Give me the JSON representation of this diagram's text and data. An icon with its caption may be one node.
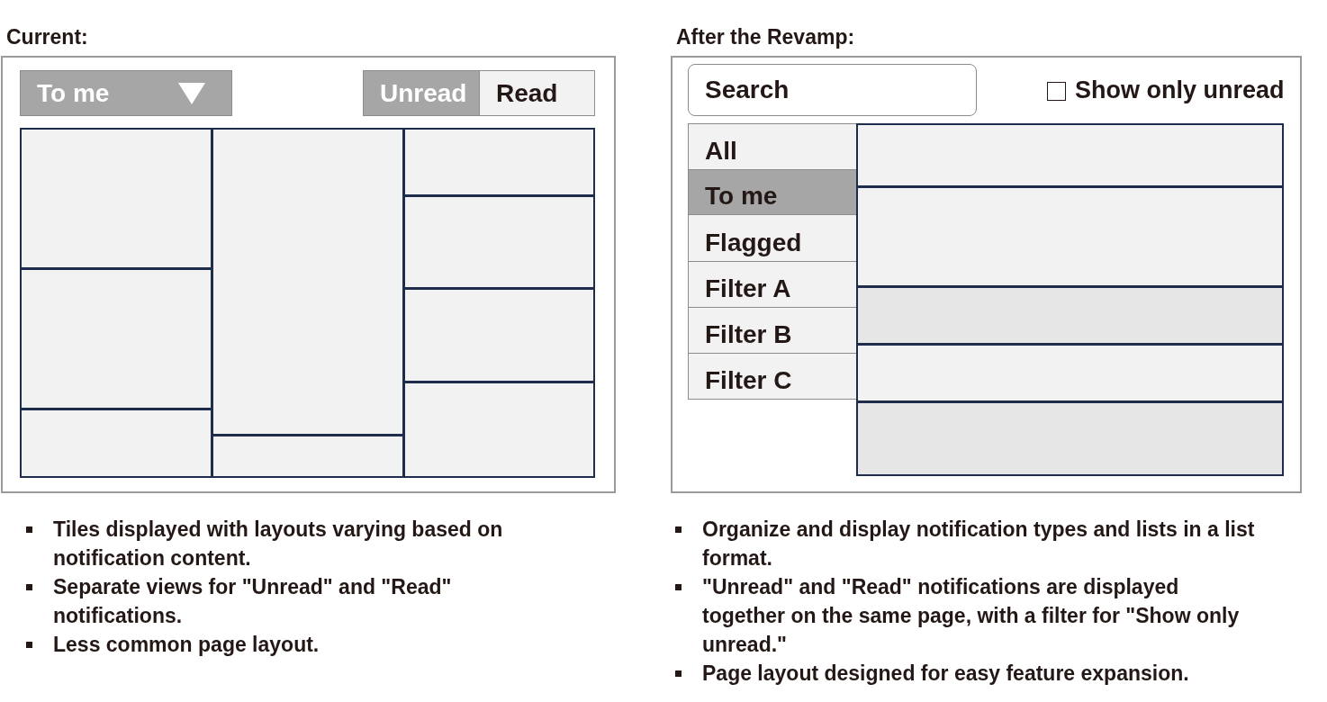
{
  "diagram": {
    "nodes": [
      {
        "text": [
          "Current:"
        ]
      },
      {
        "text": [
          "To me"
        ],
        "in": 0
      },
      {
        "text": [
          "Unread"
        ],
        "in": 0
      },
      {
        "text": [
          "Read"
        ],
        "in": 0
      },
      {
        "text": [],
        "shape": "box",
        "in": 0
      },
      {
        "text": [],
        "shape": "box",
        "in": 0
      },
      {
        "text": [],
        "shape": "box",
        "in": 0
      },
      {
        "text": [],
        "shape": "box",
        "in": 0
      },
      {
        "text": [],
        "shape": "box",
        "in": 0
      },
      {
        "text": [],
        "shape": "box",
        "in": 0
      },
      {
        "text": [],
        "shape": "box",
        "in": 0
      },
      {
        "text": [],
        "shape": "box",
        "in": 0
      },
      {
        "text": [],
        "shape": "box",
        "in": 0
      },
      {
        "text": [
          "After the Revamp:"
        ]
      },
      {
        "text": [
          "Search"
        ],
        "in": 13
      },
      {
        "text": [
          "Show only unread"
        ],
        "in": 13
      },
      {
        "text": [
          "All"
        ],
        "in": 13
      },
      {
        "text": [
          "To me"
        ],
        "in": 13
      },
      {
        "text": [
          "Flagged"
        ],
        "in": 13
      },
      {
        "text": [
          "Filter A"
        ],
        "in": 13
      },
      {
        "text": [
          "Filter B"
        ],
        "in": 13
      },
      {
        "text": [
          "Filter C"
        ],
        "in": 13
      },
      {
        "text": [],
        "shape": "box",
        "in": 13
      },
      {
        "text": [],
        "shape": "box",
        "in": 13
      },
      {
        "text": [],
        "shape": "box",
        "in": 13
      },
      {
        "text": [],
        "shape": "box",
        "in": 13
      },
      {
        "text": [],
        "shape": "box",
        "in": 13
      }
    ],
    "labels": [
      "Tiles displayed with layouts varying based on notification content.",
      "Separate views for \"Unread\" and \"Read\" notifications.",
      "Less common page layout.",
      "Organize and display notification types and lists in a list format.",
      "\"Unread\" and \"Read\" notifications are displayed together on the same page, with a filter for \"Show only unread.\"",
      "Page layout designed for easy feature expansion."
    ]
  }
}
